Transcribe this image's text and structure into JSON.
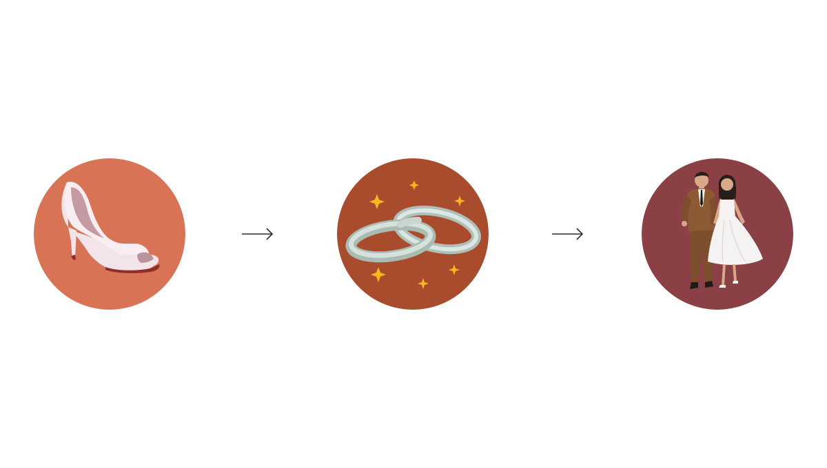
{
  "diagram": {
    "type": "flow",
    "steps": [
      {
        "icon": "high-heel-shoe-icon",
        "bg": "#D87455"
      },
      {
        "icon": "wedding-rings-icon",
        "bg": "#A94B2D"
      },
      {
        "icon": "wedding-couple-icon",
        "bg": "#8A4044"
      }
    ],
    "connectors": [
      {
        "icon": "arrow-right-icon",
        "from": 1,
        "to": 2
      },
      {
        "icon": "arrow-right-icon",
        "from": 2,
        "to": 3
      }
    ],
    "colors": {
      "arrow": "#2B2B2B",
      "sparkle": "#F6B81C",
      "ring": "#C9D5D0",
      "shoe": "#F2E4E8"
    }
  }
}
